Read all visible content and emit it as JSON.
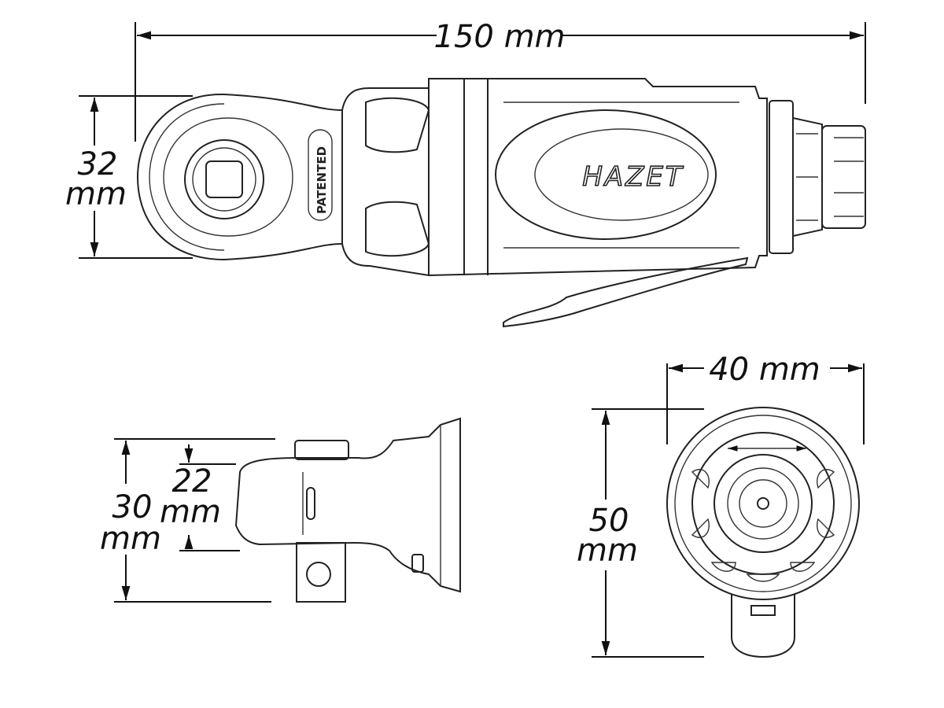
{
  "dimensions": {
    "length": "150 mm",
    "head_height_value": "32",
    "head_height_unit": "mm",
    "head_thickness_value": "22",
    "head_thickness_unit": "mm",
    "side_height_value": "30",
    "side_height_unit": "mm",
    "width": "40 mm",
    "front_height_value": "50",
    "front_height_unit": "mm"
  },
  "labels": {
    "brand": "HAZET",
    "patent": "PATENTED"
  }
}
